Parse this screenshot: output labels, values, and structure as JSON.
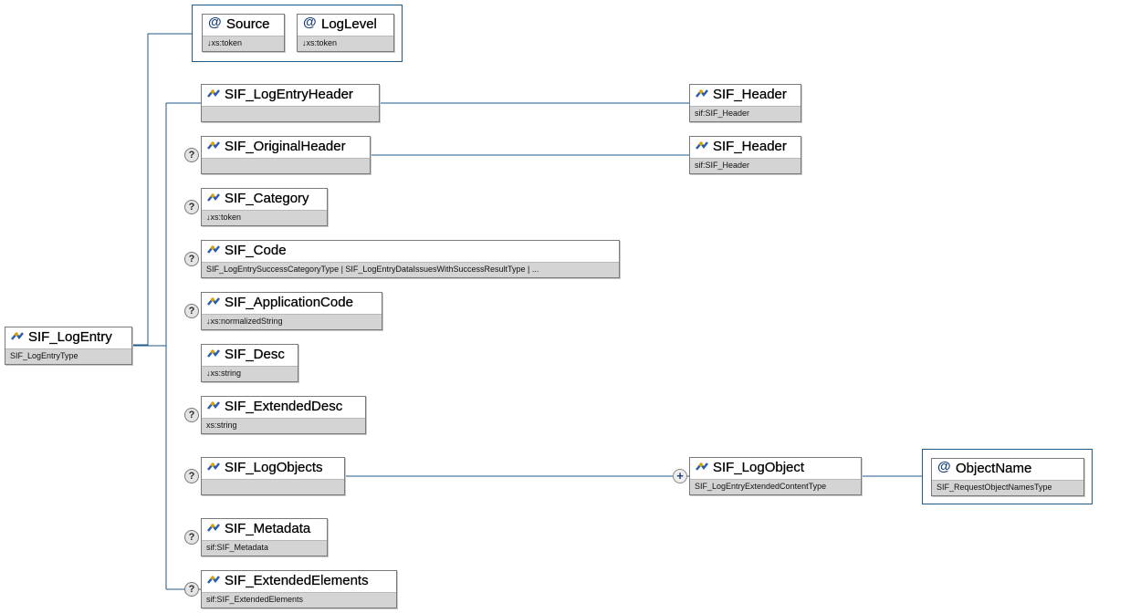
{
  "root": {
    "name": "SIF_LogEntry",
    "type": "SIF_LogEntryType"
  },
  "attributes": {
    "source": {
      "name": "Source",
      "type": "↓xs:token"
    },
    "loglevel": {
      "name": "LogLevel",
      "type": "↓xs:token"
    }
  },
  "elements": {
    "logentryheader": {
      "name": "SIF_LogEntryHeader",
      "type": ""
    },
    "originalheader": {
      "name": "SIF_OriginalHeader",
      "type": ""
    },
    "category": {
      "name": "SIF_Category",
      "type": "↓xs:token"
    },
    "code": {
      "name": "SIF_Code",
      "type": "SIF_LogEntrySuccessCategoryType | SIF_LogEntryDataIssuesWithSuccessResultType | ..."
    },
    "applicationcode": {
      "name": "SIF_ApplicationCode",
      "type": "↓xs:normalizedString"
    },
    "desc": {
      "name": "SIF_Desc",
      "type": "↓xs:string"
    },
    "extendeddesc": {
      "name": "SIF_ExtendedDesc",
      "type": "xs:string"
    },
    "logobjects": {
      "name": "SIF_LogObjects",
      "type": ""
    },
    "metadata": {
      "name": "SIF_Metadata",
      "type": "sif:SIF_Metadata"
    },
    "extendedelements": {
      "name": "SIF_ExtendedElements",
      "type": "sif:SIF_ExtendedElements"
    }
  },
  "refs": {
    "header1": {
      "name": "SIF_Header",
      "type": "sif:SIF_Header"
    },
    "header2": {
      "name": "SIF_Header",
      "type": "sif:SIF_Header"
    },
    "logobject": {
      "name": "SIF_LogObject",
      "type": "SIF_LogEntryExtendedContentType"
    },
    "objectname": {
      "name": "ObjectName",
      "type": "SIF_RequestObjectNamesType"
    }
  },
  "icons": {
    "optional": "?",
    "expand": "+",
    "attribute": "@"
  },
  "colors": {
    "connector": "#1f5a88",
    "icon_blue": "#2a5db0",
    "icon_gold": "#d9a400"
  }
}
